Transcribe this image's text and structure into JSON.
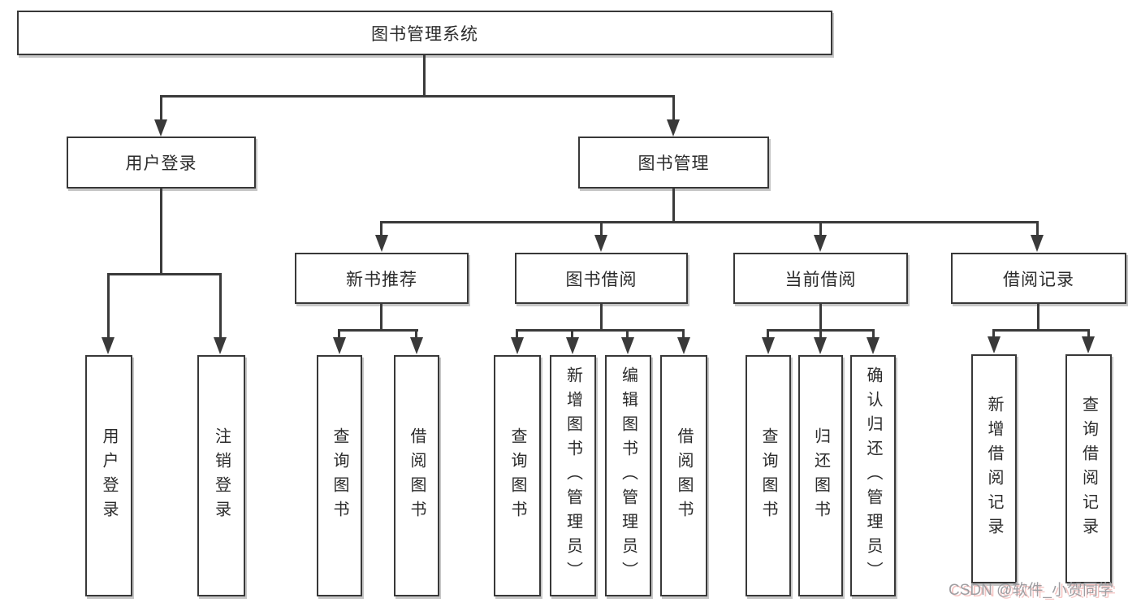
{
  "nodes": {
    "root": "图书管理系统",
    "user_login": "用户登录",
    "book_mgmt": "图书管理",
    "new_book_rec": "新书推荐",
    "book_borrow": "图书借阅",
    "current_borrow": "当前借阅",
    "borrow_record": "借阅记录",
    "ul_login": "用户登录",
    "ul_logout": "注销登录",
    "nb_query": "查询图书",
    "nb_borrow": "借阅图书",
    "bb_query": "查询图书",
    "bb_add": "新增图书（管理员）",
    "bb_edit": "编辑图书（管理员）",
    "bb_borrow": "借阅图书",
    "cb_query": "查询图书",
    "cb_return": "归还图书",
    "cb_confirm": "确认归还（管理员）",
    "br_add": "新增借阅记录",
    "br_query": "查询借阅记录"
  },
  "tree": {
    "图书管理系统": {
      "用户登录": [
        "用户登录",
        "注销登录"
      ],
      "图书管理": {
        "新书推荐": [
          "查询图书",
          "借阅图书"
        ],
        "图书借阅": [
          "查询图书",
          "新增图书（管理员）",
          "编辑图书（管理员）",
          "借阅图书"
        ],
        "当前借阅": [
          "查询图书",
          "归还图书",
          "确认归还（管理员）"
        ],
        "借阅记录": [
          "新增借阅记录",
          "查询借阅记录"
        ]
      }
    }
  },
  "watermark": "CSDN @软件_小贺同学",
  "colors": {
    "line": "#3a3a3a",
    "box_border": "#383838",
    "box_fill": "#ffffff",
    "text": "#2b2b2b",
    "shadow": "#c6c6c6",
    "watermark_text": "#9e9ea2",
    "watermark_shadow": "#f5c6c4"
  }
}
